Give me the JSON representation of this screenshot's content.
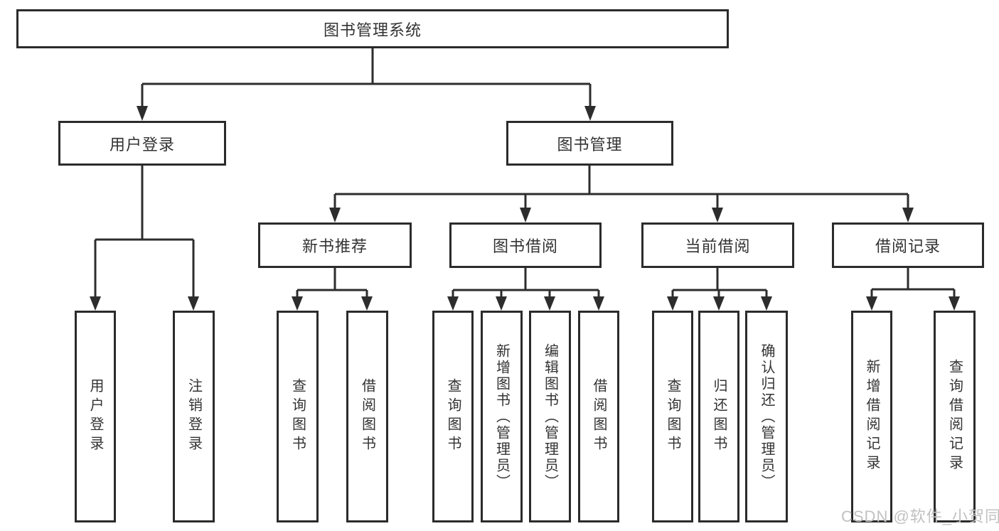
{
  "diagram": {
    "root": {
      "label": "图书管理系统"
    },
    "branches": [
      {
        "label": "用户登录",
        "children": [
          {
            "label": "用户登录"
          },
          {
            "label": "注销登录"
          }
        ]
      },
      {
        "label": "图书管理",
        "children": [
          {
            "label": "新书推荐",
            "children": [
              {
                "label": "查询图书"
              },
              {
                "label": "借阅图书"
              }
            ]
          },
          {
            "label": "图书借阅",
            "children": [
              {
                "label": "查询图书"
              },
              {
                "label": "新增图书（管理员）"
              },
              {
                "label": "编辑图书（管理员）"
              },
              {
                "label": "借阅图书"
              }
            ]
          },
          {
            "label": "当前借阅",
            "children": [
              {
                "label": "查询图书"
              },
              {
                "label": "归还图书"
              },
              {
                "label": "确认归还（管理员）"
              }
            ]
          },
          {
            "label": "借阅记录",
            "children": [
              {
                "label": "新增借阅记录"
              },
              {
                "label": "查询借阅记录"
              }
            ]
          }
        ]
      }
    ]
  },
  "watermark": {
    "text": "CSDN @软件_小贺同学"
  },
  "colors": {
    "line": "#2d2d2d",
    "box_border": "#2b2b2b",
    "text": "#333333",
    "watermark": "#c1c1c1",
    "background": "#ffffff"
  }
}
